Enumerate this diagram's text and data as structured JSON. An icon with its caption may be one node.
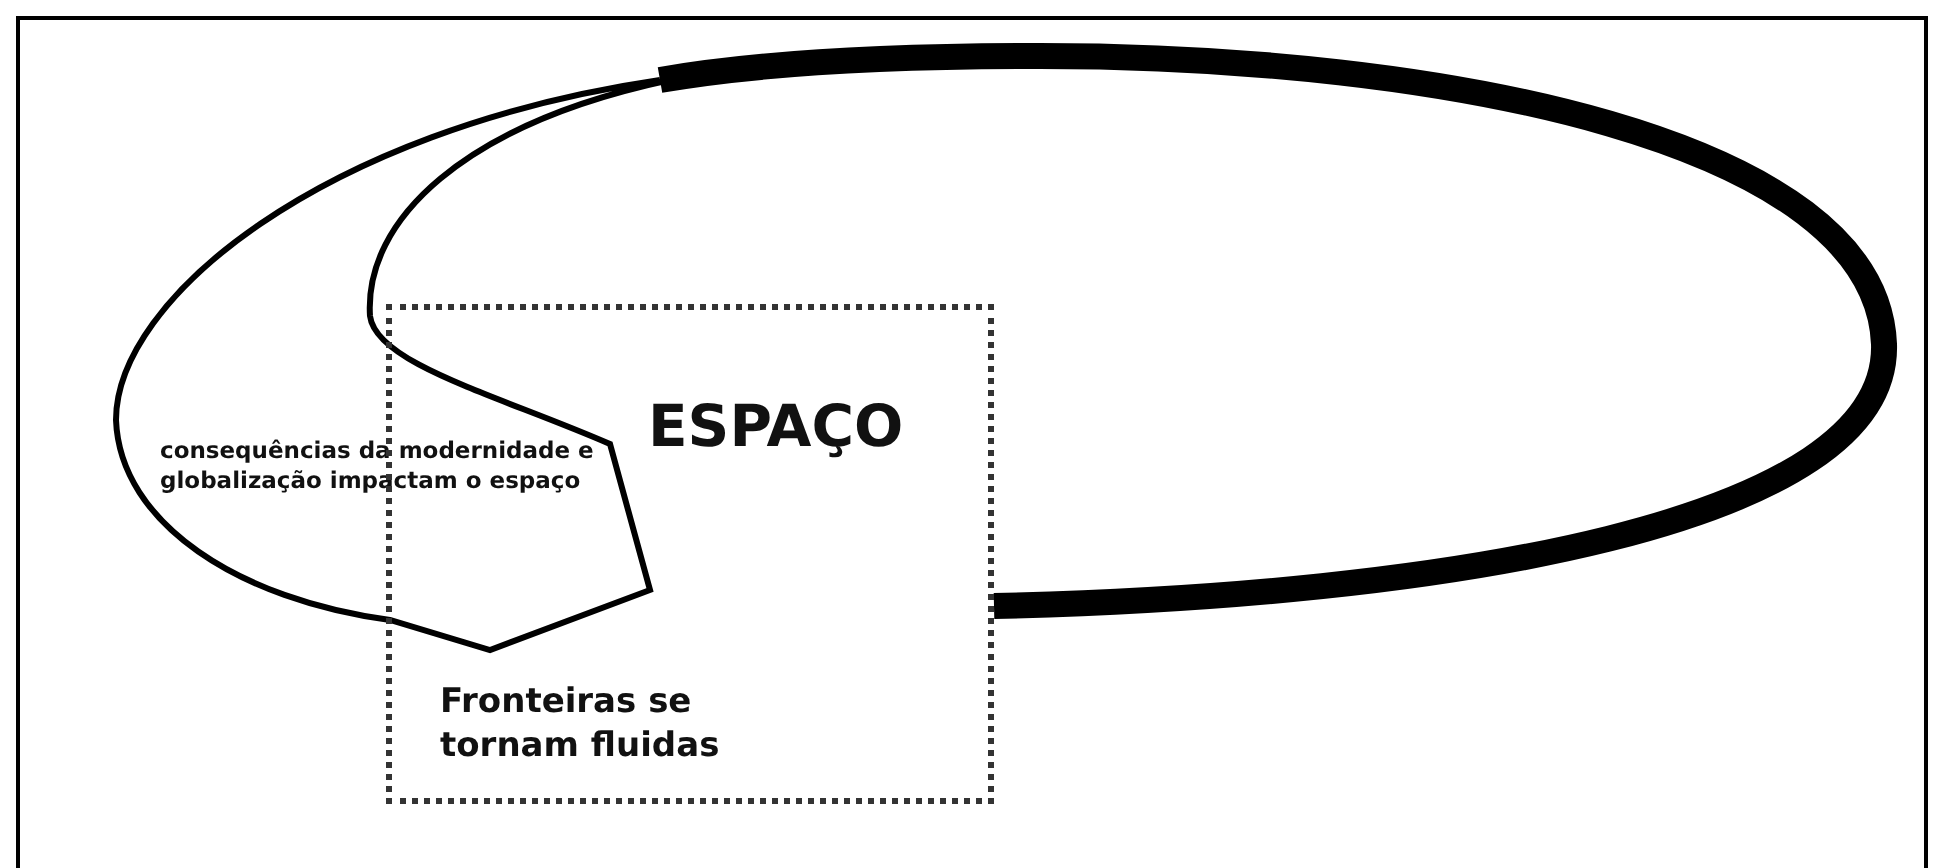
{
  "diagram": {
    "nodes": [
      {
        "text": [
          "ESPAÇO",
          "Fronteiras se tornam fluidas"
        ]
      },
      {
        "text": [
          "consequências da modernidade e globalização impactam o espaço"
        ]
      }
    ]
  }
}
